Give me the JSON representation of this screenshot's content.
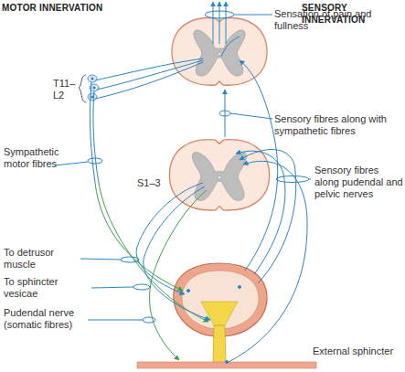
{
  "diagram": {
    "labels": [
      "MOTOR INNERVATION",
      "SENSORY INNERVATION",
      "Sensation of pain and fullness",
      "T11–L2",
      "Sensory fibres along with sympathetic fibres",
      "Sympathetic motor fibres",
      "S1–3",
      "Sensory fibres along pudendal and pelvic nerves",
      "To detrusor muscle",
      "To sphincter vesicae",
      "Pudendal nerve (somatic fibres)",
      "External sphincter"
    ]
  }
}
